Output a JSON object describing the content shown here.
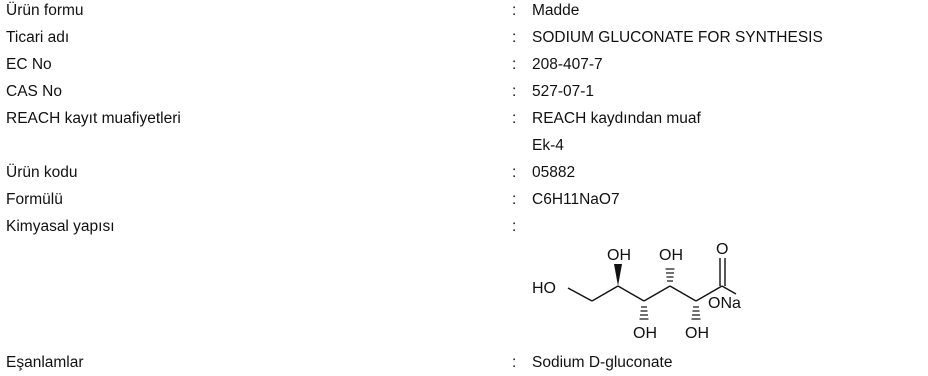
{
  "fields": [
    {
      "label": "Ürün formu",
      "value": "Madde"
    },
    {
      "label": "Ticari adı",
      "value": "SODIUM GLUCONATE FOR SYNTHESIS"
    },
    {
      "label": "EC No",
      "value": "208-407-7"
    },
    {
      "label": "CAS No",
      "value": "527-07-1"
    },
    {
      "label": "REACH kayıt muafiyetleri",
      "value": "REACH kaydından muaf",
      "value_line2": "Ek-4"
    },
    {
      "label": "Ürün kodu",
      "value": "05882"
    },
    {
      "label": "Formülü",
      "value": "C6H11NaO7"
    },
    {
      "label": "Kimyasal yapısı",
      "value": ""
    },
    {
      "label": "Eşanlamlar",
      "value": "Sodium D-gluconate"
    }
  ],
  "separator": ":",
  "structure": {
    "atoms": {
      "ho": "HO",
      "oh_top_1": "OH",
      "oh_top_2": "OH",
      "o_carbonyl": "O",
      "ona": "ONa",
      "oh_bottom_1": "OH",
      "oh_bottom_2": "OH"
    }
  }
}
